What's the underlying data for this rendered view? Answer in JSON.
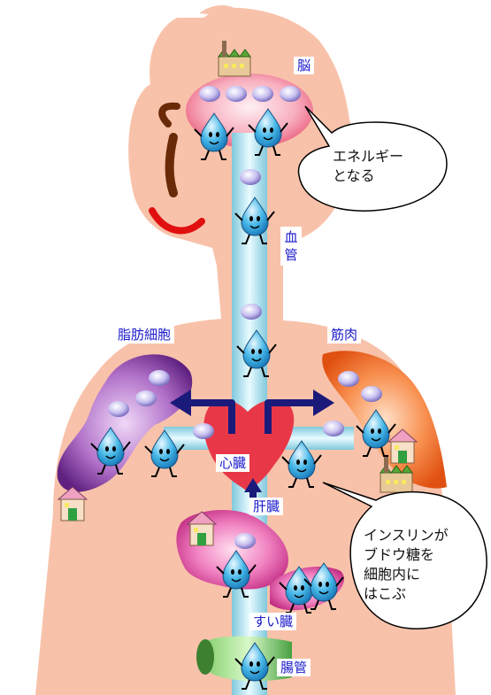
{
  "labels": {
    "brain": "脳",
    "blood_vessel": "血管",
    "fat_cells": "脂肪細胞",
    "muscle": "筋肉",
    "heart": "心臓",
    "liver": "肝臓",
    "pancreas": "すい臓",
    "intestine": "腸管"
  },
  "bubbles": {
    "energy": [
      "エネルギー",
      "となる"
    ],
    "insulin": [
      "インスリンが",
      "ブドウ糖を",
      "細胞内に",
      "はこぶ"
    ]
  },
  "colors": {
    "skin": "#f8c0a8",
    "vessel": "#a8dce8",
    "label_text": "#1a1acc",
    "arrow": "#1a1a7a",
    "muscle": "#f07838",
    "fat": "#9a58b0",
    "heart": "#e83848",
    "brain": "#f07890",
    "liver": "#e858a8",
    "intestine": "#58b050",
    "glucose": "#b8b0e8",
    "droplet": "#38a8e0"
  }
}
